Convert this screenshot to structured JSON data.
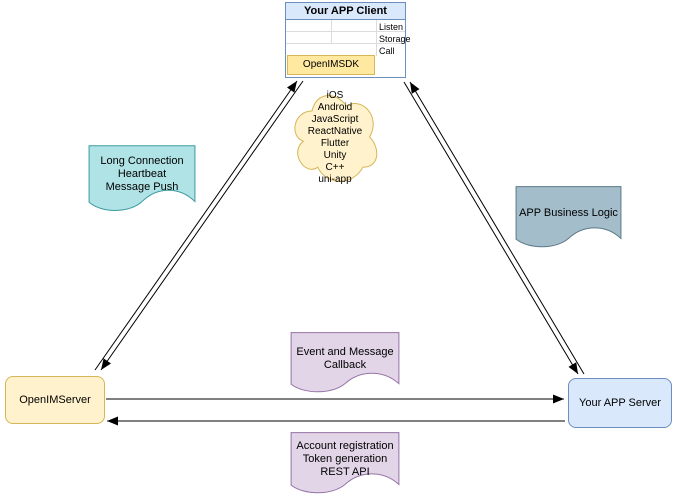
{
  "palette": {
    "canvas-bg": "#ffffff",
    "edge-color": "#000000",
    "yellow-fill": "#fff2cc",
    "yellow-stroke": "#d6b656",
    "sdk-fill": "#ffe8a0",
    "blue-fill": "#dae8fc",
    "blue-stroke": "#6c8ebf",
    "teal-fill": "#b0e3e6",
    "teal-stroke": "#3b9aa0",
    "slate-fill": "#a3bdca",
    "slate-stroke": "#5c7887",
    "purple-fill": "#e1d5e7",
    "purple-stroke": "#9673a6"
  },
  "client": {
    "title": "Your APP Client",
    "slots": [
      "Listen",
      "Storage",
      "Call"
    ],
    "sdk_label": "OpenIMSDK"
  },
  "cloud_platforms": [
    "iOS",
    "Android",
    "JavaScript",
    "ReactNative",
    "Flutter",
    "Unity",
    "C++",
    "uni-app"
  ],
  "notes": {
    "left": {
      "lines": [
        "Long Connection",
        "Heartbeat",
        "Message Push"
      ]
    },
    "right": {
      "lines": [
        "APP Business Logic"
      ]
    },
    "callback": {
      "lines": [
        "Event and Message",
        "Callback"
      ]
    },
    "rest": {
      "lines": [
        "Account registration",
        "Token generation",
        "REST API"
      ]
    }
  },
  "servers": {
    "openim": "OpenIMServer",
    "app": "Your APP Server"
  }
}
